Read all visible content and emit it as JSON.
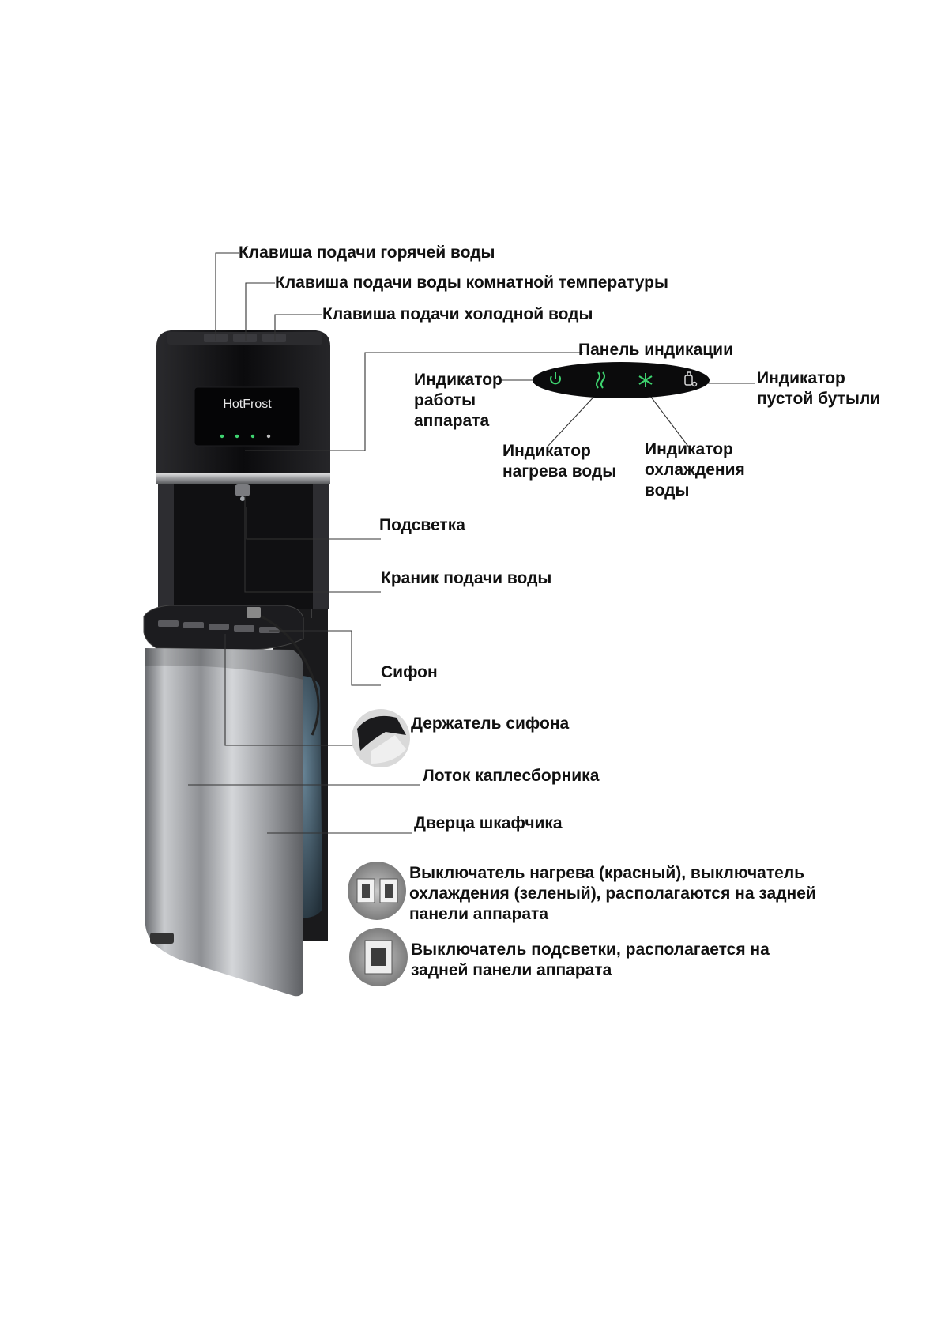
{
  "brand": {
    "logo_text": "HotFrost",
    "panel_color": "#0d0d0f",
    "steel_color": "#a7a9ac",
    "indicator_green": "#3ed36f"
  },
  "panel_icons": [
    "power-icon",
    "heat-icon",
    "snowflake-icon",
    "bottle-icon"
  ],
  "labels": {
    "hot_key": "Клавиша подачи горячей воды",
    "room_key": "Клавиша подачи воды комнатной температуры",
    "cold_key": "Клавиша подачи холодной воды",
    "indicator_panel": "Панель индикации",
    "power_indicator": "Индикатор\nработы\nаппарата",
    "empty_bottle_indicator": "Индикатор\nпустой бутыли",
    "heating_indicator": "Индикатор\nнагрева воды",
    "cooling_indicator": "Индикатор\nохлаждения\nводы",
    "backlight": "Подсветка",
    "tap": "Краник подачи воды",
    "siphon": "Сифон",
    "siphon_holder": "Держатель сифона",
    "drip_tray": "Лоток каплесборника",
    "cabinet_door": "Дверца шкафчика",
    "heat_cool_switch": "Выключатель нагрева (красный), выключатель\nохлаждения (зеленый), располагаются на задней\nпанели аппарата",
    "backlight_switch": "Выключатель подсветки, располагается на\nзадней панели аппарата"
  }
}
